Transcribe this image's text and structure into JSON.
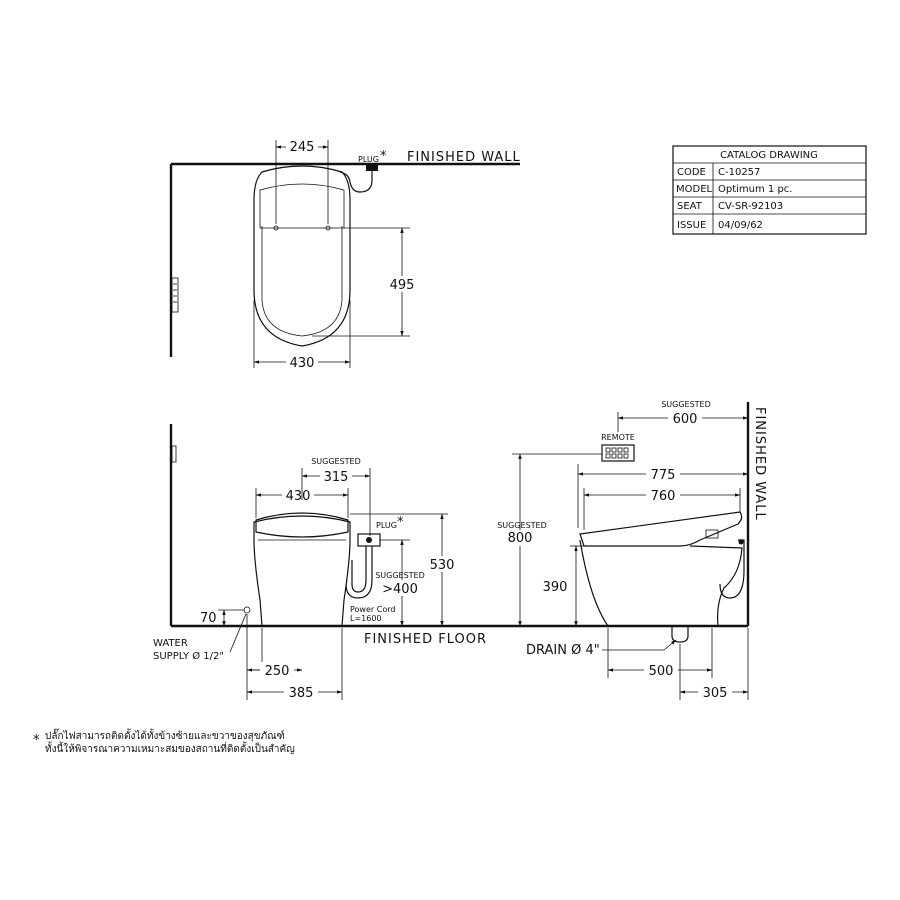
{
  "title_block": {
    "header": "CATALOG DRAWING",
    "rows": [
      {
        "label": "CODE",
        "value": "C-10257"
      },
      {
        "label": "MODEL",
        "value": "Optimum 1 pc."
      },
      {
        "label": "SEAT",
        "value": "CV-SR-92103"
      },
      {
        "label": "ISSUE",
        "value": "04/09/62"
      }
    ]
  },
  "plan_view": {
    "finished_wall": "FINISHED WALL",
    "plug": "PLUG",
    "asterisk": "*",
    "dim_width_top": "245",
    "dim_depth": "495",
    "dim_width_bottom": "430"
  },
  "front_view": {
    "suggested_label": "SUGGESTED",
    "dim_suggested_315": "315",
    "dim_width": "430",
    "plug": "PLUG",
    "asterisk": "*",
    "suggested_label_2": "SUGGESTED",
    "dim_suggested_400": ">400",
    "dim_height": "530",
    "power_cord": "Power Cord",
    "power_cord_length": "L=1600",
    "dim_70": "70",
    "water_supply_1": "WATER",
    "water_supply_2": "SUPPLY Ø 1/2\"",
    "dim_250": "250",
    "dim_385": "385",
    "finished_floor": "FINISHED FLOOR"
  },
  "side_view": {
    "suggested_label": "SUGGESTED",
    "dim_600": "600",
    "remote": "REMOTE",
    "dim_775": "775",
    "dim_760": "760",
    "suggested_label_2": "SUGGESTED",
    "dim_800": "800",
    "dim_390": "390",
    "finished_wall": "FINISHED WALL",
    "drain": "DRAIN Ø 4\"",
    "dim_500": "500",
    "dim_305": "305"
  },
  "footnote": {
    "asterisk": "*",
    "line1": "ปลั๊กไฟสามารถติดตั้งได้ทั้งข้างซ้ายและขวาของสุขภัณฑ์",
    "line2": "ทั้งนี้ให้พิจารณาความเหมาะสมของสถานที่ติดตั้งเป็นสำคัญ"
  }
}
